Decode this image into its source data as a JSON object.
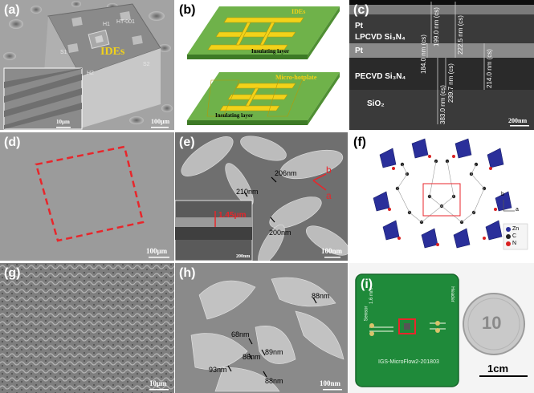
{
  "panels": {
    "a": {
      "label": "(a)",
      "ides": "IDEs",
      "chip_h1": "H1",
      "chip_code": "HT-001",
      "chip_s1": "S1",
      "chip_s2": "S2",
      "chip_h2": "H2",
      "inset_scale": "10μm",
      "scale": "100μm"
    },
    "b": {
      "label": "(b)",
      "top_title": "IDEs",
      "top_layer": "Insulating layer",
      "bottom_title": "Micro-hotplate",
      "bottom_layer": "Insulating layer"
    },
    "c": {
      "label": "(c)",
      "pt_top": "Pt",
      "lpcvd": "LPCVD Si₃N₄",
      "pt_mid": "Pt",
      "pecvd": "PECVD Si₃N₄",
      "sio2": "SiO₂",
      "scale": "200nm",
      "m1": "199.0 nm (cs)",
      "m2": "222.5 nm (cs)",
      "m3": "184.0 nm (cs)",
      "m4": "239.7 nm (cs)",
      "m5": "383.0 nm (cs)",
      "m6": "214.0 nm (cs)"
    },
    "d": {
      "label": "(d)",
      "scale": "100μm"
    },
    "e": {
      "label": "(e)",
      "w1": "206nm",
      "w2": "210nm",
      "w3": "200nm",
      "thick": "1.45μm",
      "axis_b": "b",
      "axis_a": "a",
      "inset_scale": "200nm",
      "scale": "100nm"
    },
    "f": {
      "label": "(f)",
      "axis_b": "b",
      "axis_a": "a",
      "leg_zn": "Zn",
      "leg_c": "C",
      "leg_n": "N"
    },
    "g": {
      "label": "(g)",
      "scale": "10μm"
    },
    "h": {
      "label": "(h)",
      "w1": "88nm",
      "w2": "68nm",
      "w3": "86nm",
      "w4": "89nm",
      "w5": "93nm",
      "w6": "88nm",
      "scale": "100nm"
    },
    "i": {
      "label": "(i)",
      "board_text": "IGS-MicroFlow2-201803",
      "header": "Header",
      "side1": "Sensor",
      "side2": "1.6 mm",
      "coin": "10",
      "scale": "1cm"
    }
  },
  "colors": {
    "highlight_red": "#e8262b",
    "ides_yellow": "#f2d21a",
    "pcb_green": "#1f8a3a",
    "zif_blue": "#2a2f9a"
  }
}
